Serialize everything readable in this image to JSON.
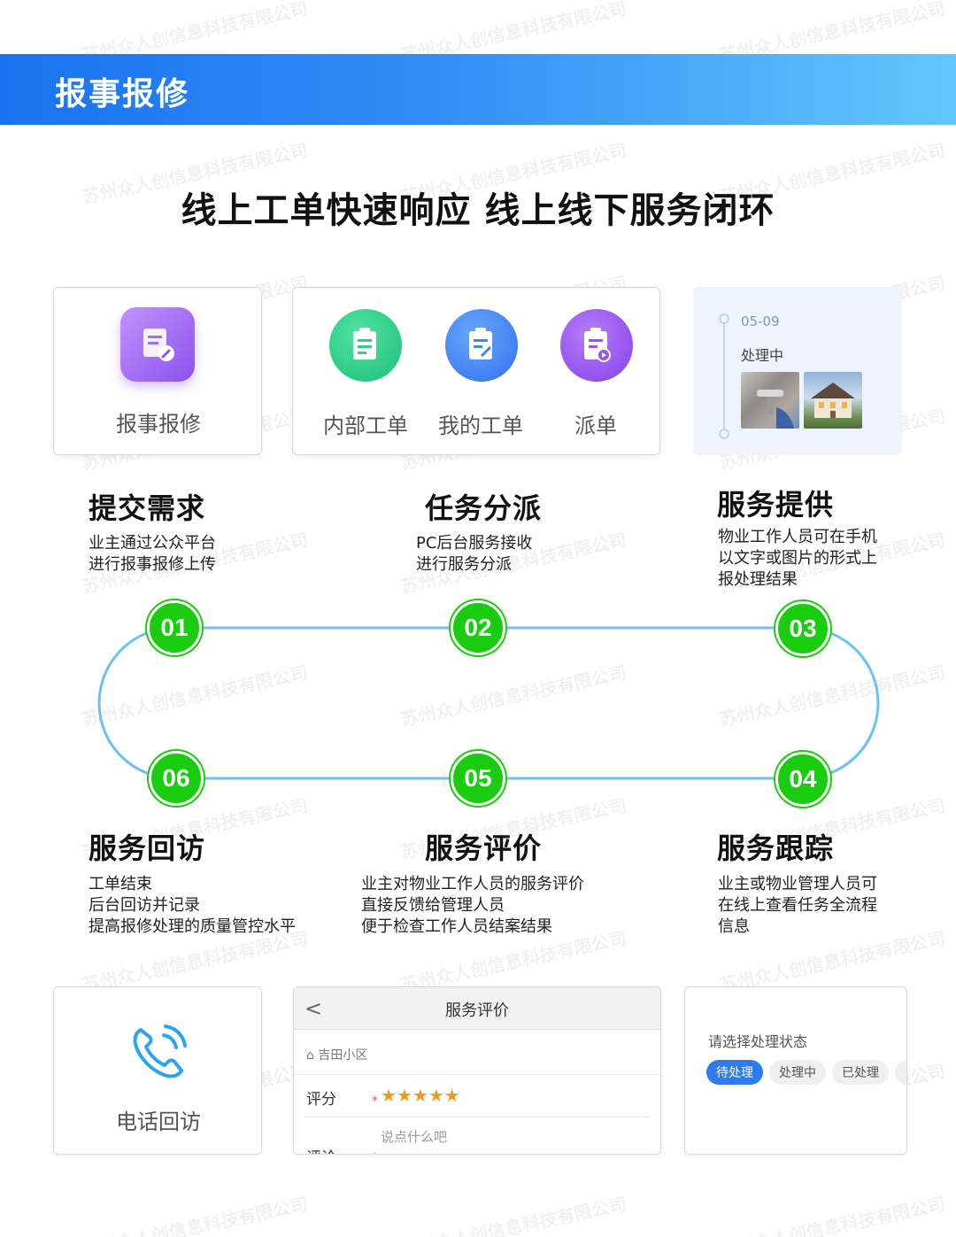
{
  "header": {
    "title": "报事报修"
  },
  "main_title": "线上工单快速响应 线上线下服务闭环",
  "cards_top": {
    "report": {
      "label": "报事报修",
      "icon": "report-repair-icon"
    },
    "orders": [
      {
        "label": "内部工单",
        "icon": "clipboard-icon",
        "color": "#2fcf8b"
      },
      {
        "label": "我的工单",
        "icon": "clipboard-edit-icon",
        "color": "#3f85f5"
      },
      {
        "label": "派单",
        "icon": "clipboard-send-icon",
        "color": "#9a55ee"
      }
    ],
    "timeline": {
      "date": "05-09",
      "status": "处理中"
    }
  },
  "steps": [
    {
      "number": "01",
      "title": "提交需求",
      "lines": [
        "业主通过公众平台",
        "进行报事报修上传"
      ]
    },
    {
      "number": "02",
      "title": "任务分派",
      "lines": [
        "PC后台服务接收",
        "进行服务分派"
      ]
    },
    {
      "number": "03",
      "title": "服务提供",
      "lines": [
        "物业工作人员可在手机",
        "以文字或图片的形式上",
        "报处理结果"
      ]
    },
    {
      "number": "04",
      "title": "服务跟踪",
      "lines": [
        "业主或物业管理人员可",
        "在线上查看任务全流程",
        "信息"
      ]
    },
    {
      "number": "05",
      "title": "服务评价",
      "lines": [
        "业主对物业工作人员的服务评价",
        "直接反馈给管理人员",
        "便于检查工作人员结案结果"
      ]
    },
    {
      "number": "06",
      "title": "服务回访",
      "lines": [
        "工单结束",
        "后台回访并记录",
        "提高报修处理的质量管控水平"
      ]
    }
  ],
  "cards_bottom": {
    "callback": {
      "label": "电话回访",
      "icon": "phone-call-icon"
    },
    "rating": {
      "back": "<",
      "title": "服务评价",
      "community": "吉田小区",
      "score_label": "评分",
      "required_mark": "*",
      "stars": 5,
      "star_glyph": "★",
      "comment_label": "评论",
      "comment_placeholder": "说点什么吧"
    },
    "status": {
      "prompt": "请选择处理状态",
      "options": [
        "待处理",
        "处理中",
        "已处理"
      ],
      "selected": 0
    }
  },
  "watermark": "苏州众人创信息科技有限公司",
  "colors": {
    "accent": "#1a73f0",
    "badge": "#19cc0e",
    "loop": "#6cc1f2",
    "pill_selected": "#2f7cf0"
  }
}
